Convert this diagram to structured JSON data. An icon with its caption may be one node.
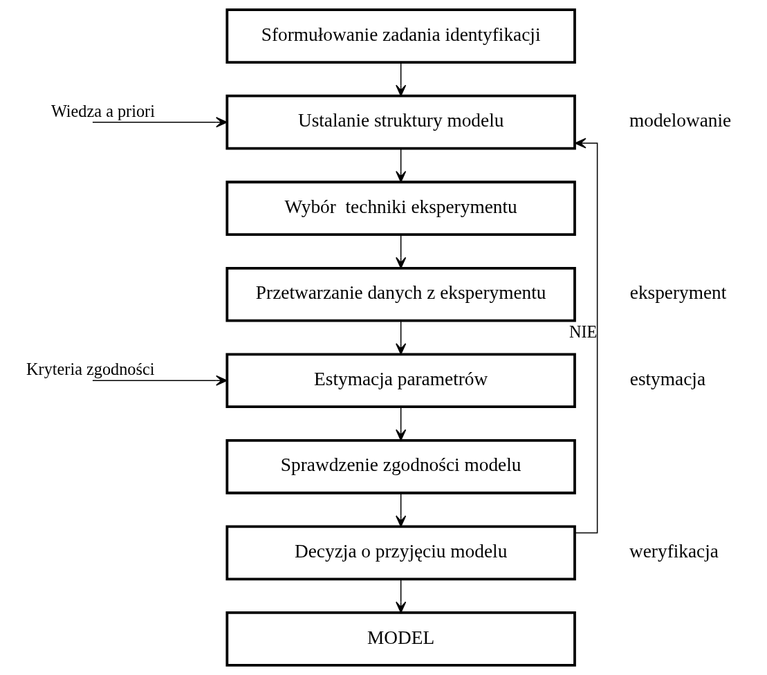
{
  "diagram": {
    "nodes": [
      {
        "text": [
          "Sformułowanie zadania identyfikacji"
        ]
      },
      {
        "text": [
          "Ustalanie struktury modelu"
        ]
      },
      {
        "text": [
          "Wybór  techniki eksperymentu"
        ]
      },
      {
        "text": [
          "Przetwarzanie danych z eksperymentu"
        ]
      },
      {
        "text": [
          "Estymacja parametrów"
        ]
      },
      {
        "text": [
          "Sprawdzenie zgodności modelu"
        ]
      },
      {
        "text": [
          "Decyzja o przyjęciu modelu"
        ]
      },
      {
        "text": [
          "MODEL"
        ]
      }
    ],
    "edges": [
      {
        "from": 0,
        "to": 1,
        "arrow": "to"
      },
      {
        "from": 1,
        "to": 2,
        "arrow": "to"
      },
      {
        "from": 2,
        "to": 3,
        "arrow": "to"
      },
      {
        "from": 3,
        "to": 4,
        "arrow": "to"
      },
      {
        "from": 4,
        "to": 5,
        "arrow": "to"
      },
      {
        "from": 5,
        "to": 6,
        "arrow": "to"
      },
      {
        "from": 6,
        "to": 7,
        "arrow": "to"
      },
      {
        "from": 6,
        "to": 1,
        "arrow": "to",
        "label": "NIE"
      },
      {
        "from": null,
        "to": 1,
        "arrow": "to",
        "label": "Wiedza a priori"
      },
      {
        "from": null,
        "to": 4,
        "arrow": "to",
        "label": "Kryteria zgodności"
      }
    ],
    "labels": [
      "modelowanie",
      "eksperyment",
      "estymacja",
      "weryfikacja"
    ]
  }
}
